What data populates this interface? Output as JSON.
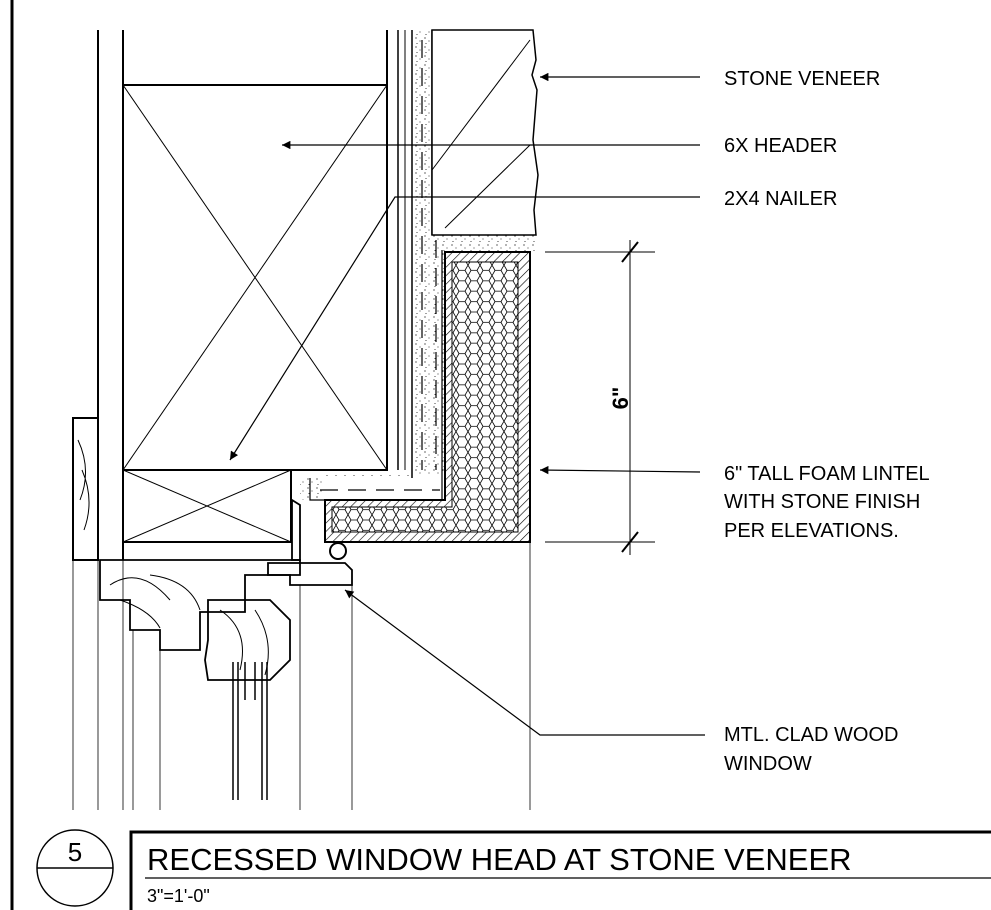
{
  "callouts": {
    "stone_veneer": "STONE VENEER",
    "header": "6X HEADER",
    "nailer": "2X4 NAILER",
    "lintel": [
      "6\" TALL FOAM LINTEL",
      "WITH STONE FINISH",
      "PER ELEVATIONS."
    ],
    "window": [
      "MTL. CLAD WOOD",
      "WINDOW"
    ]
  },
  "dimension": {
    "value": "6\""
  },
  "title_block": {
    "detail_number": "5",
    "title": "RECESSED WINDOW HEAD AT STONE VENEER",
    "scale": "3\"=1'-0\""
  }
}
